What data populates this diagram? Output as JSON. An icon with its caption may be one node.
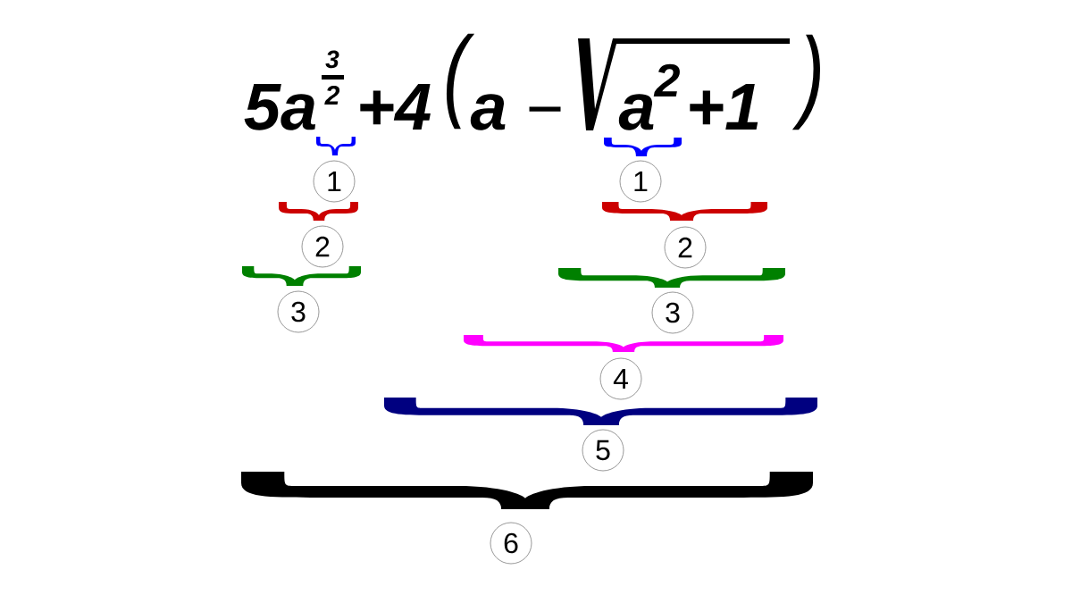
{
  "diagram": {
    "nodes": [
      {
        "text": [],
        "shape": "brace"
      },
      {
        "text": [],
        "shape": "brace"
      },
      {
        "text": [
          "1"
        ]
      },
      {
        "text": [
          "1"
        ]
      },
      {
        "text": [],
        "shape": "brace"
      },
      {
        "text": [],
        "shape": "brace"
      },
      {
        "text": [
          "2"
        ]
      },
      {
        "text": [
          "2"
        ]
      },
      {
        "text": [],
        "shape": "brace"
      },
      {
        "text": [],
        "shape": "brace"
      },
      {
        "text": [
          "3"
        ]
      },
      {
        "text": [
          "3"
        ]
      },
      {
        "text": [],
        "shape": "brace"
      },
      {
        "text": [
          "4"
        ]
      },
      {
        "text": [],
        "shape": "brace"
      },
      {
        "text": [
          "5"
        ]
      },
      {
        "text": [],
        "shape": "brace"
      },
      {
        "text": [
          "6"
        ]
      }
    ],
    "labels": [
      "5a",
      "3",
      "2",
      "+4",
      "(",
      "a",
      "−",
      "a",
      "2",
      "+1",
      ")"
    ]
  }
}
